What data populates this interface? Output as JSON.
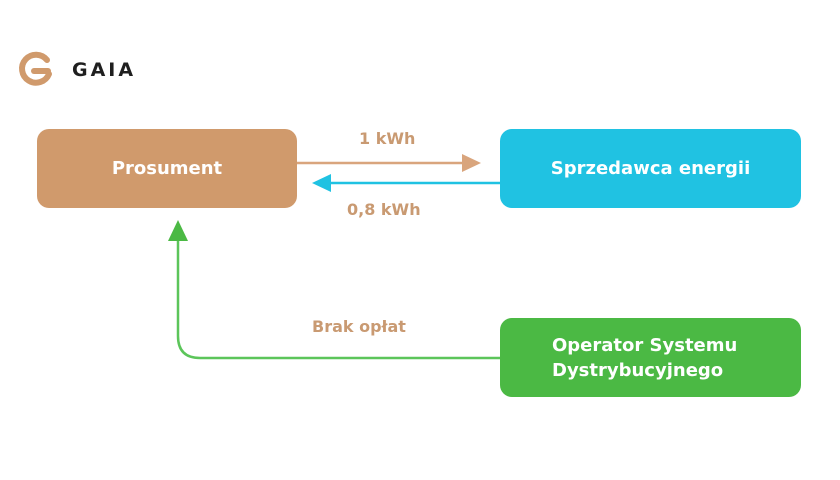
{
  "logo": {
    "brand_name": "GAIA",
    "icon": "gaia-logo-icon",
    "color": "#d09a6c"
  },
  "nodes": {
    "prosument": {
      "label": "Prosument",
      "color": "#d09a6c"
    },
    "seller": {
      "label": "Sprzedawca energii",
      "color": "#20c2e2"
    },
    "osd": {
      "label_lines": [
        "Operator Systemu",
        "Dystrybucyjnego"
      ],
      "color": "#4bb944"
    }
  },
  "flows": {
    "to_seller": {
      "label": "1 kWh",
      "color": "#d9a57d"
    },
    "from_seller": {
      "label": "0,8 kWh",
      "color": "#20c2e2"
    },
    "osd_to_prosument": {
      "label": "Brak opłat",
      "color": "#5cc55a"
    }
  },
  "label_color": "#c99a72"
}
